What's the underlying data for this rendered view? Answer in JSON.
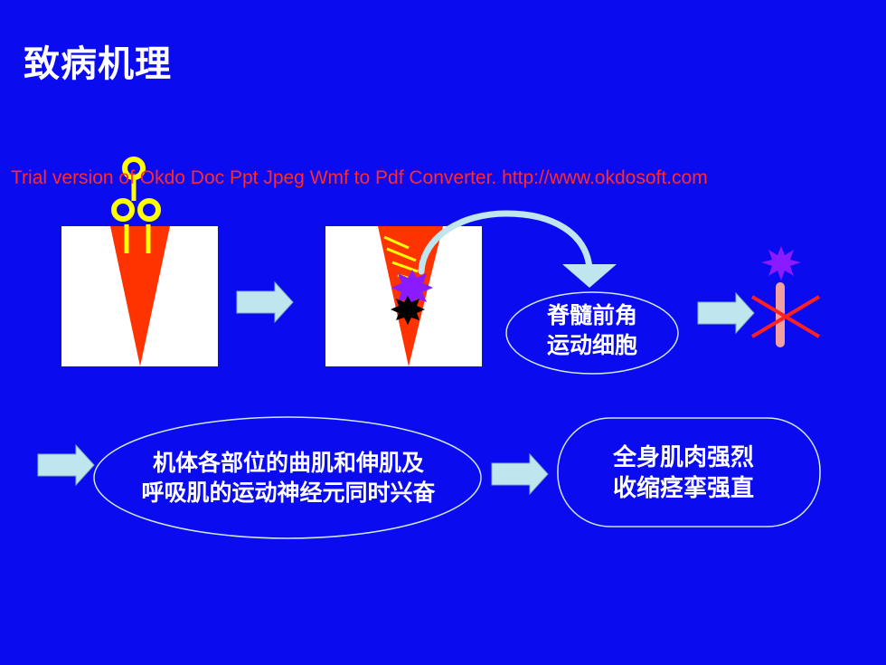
{
  "slide": {
    "title": "致病机理",
    "watermark": "Trial version of Okdo Doc Ppt Jpeg Wmf to Pdf Converter. http://www.okdosoft.com"
  },
  "diagram": {
    "motor_neuron_label": [
      "脊髓前角",
      "运动细胞"
    ],
    "excitation_label": [
      "机体各部位的曲肌和伸肌及",
      "呼吸肌的运动神经元同时兴奋"
    ],
    "spasm_label": [
      "全身肌肉强烈",
      "收缩痉挛强直"
    ]
  },
  "colors": {
    "background": "#0b0bf0",
    "wedge": "#ff3300",
    "arrow_fill": "#bfe6ee",
    "toxin": "#ffff00",
    "burst": "#8a1aff",
    "cross": "#ff2020"
  }
}
